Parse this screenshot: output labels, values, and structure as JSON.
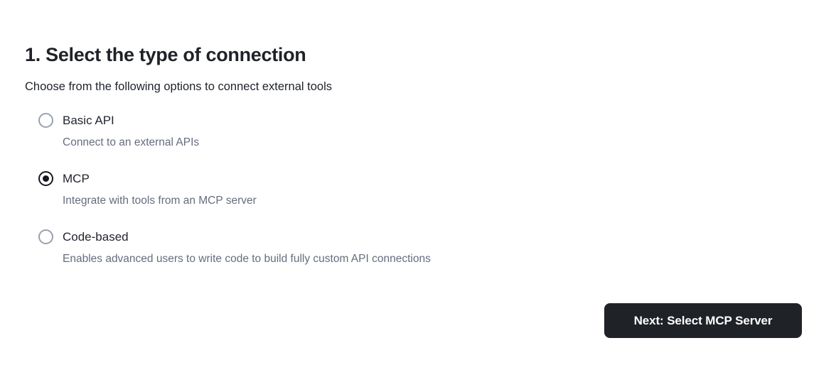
{
  "step": {
    "heading": "1. Select the type of connection",
    "subtitle": "Choose from the following options to connect external tools"
  },
  "options": [
    {
      "label": "Basic API",
      "description": "Connect to an external APIs",
      "selected": false,
      "icon": "radio-unchecked-icon"
    },
    {
      "label": "MCP",
      "description": "Integrate with tools from an MCP server",
      "selected": true,
      "icon": "radio-checked-icon"
    },
    {
      "label": "Code-based",
      "description": "Enables advanced users to write code to build fully custom API connections",
      "selected": false,
      "icon": "radio-unchecked-icon"
    }
  ],
  "actions": {
    "next_label": "Next: Select MCP Server"
  },
  "colors": {
    "background": "#ffffff",
    "heading_text": "#1f2328",
    "body_text": "#22262d",
    "muted_text": "#666d7e",
    "radio_unselected": "#9aa1ae",
    "radio_selected": "#14181d",
    "button_background": "#1f2227",
    "button_text": "#ffffff"
  }
}
